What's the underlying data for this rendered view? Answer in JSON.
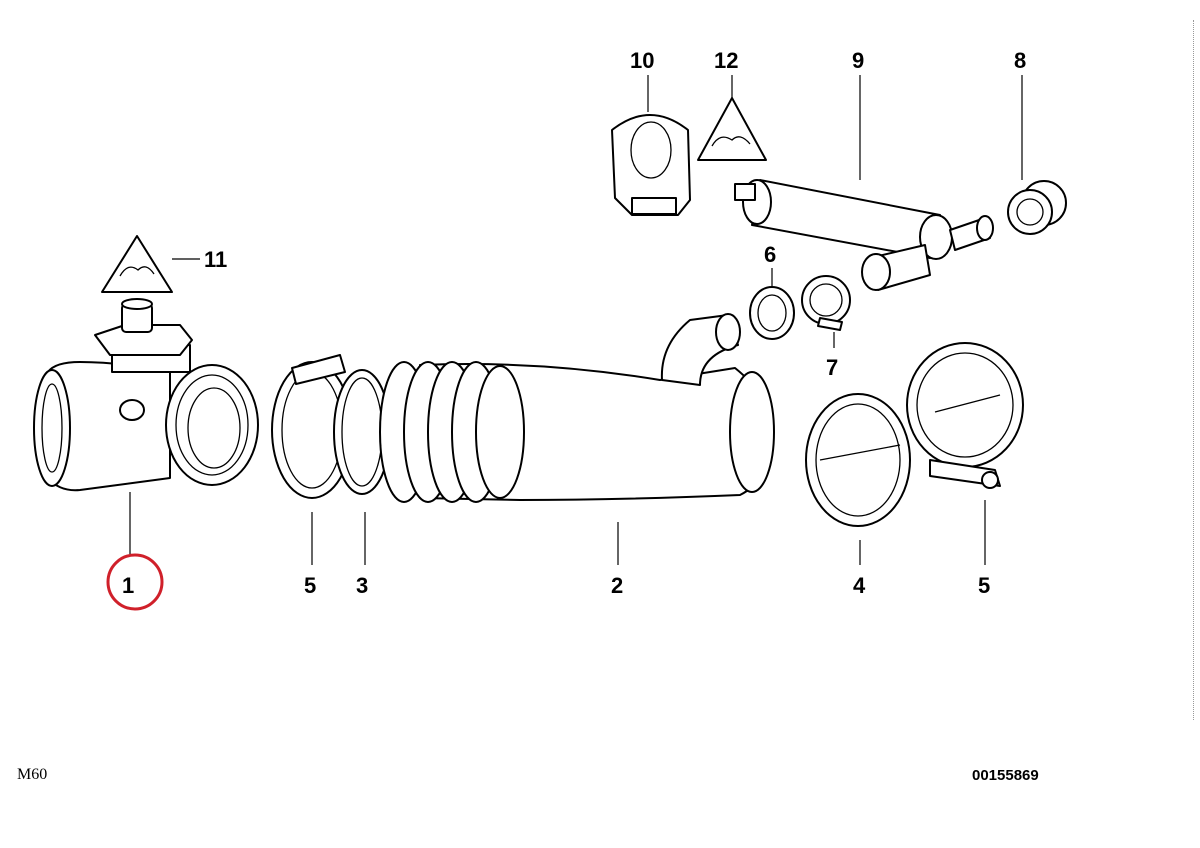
{
  "callouts": {
    "c1": "1",
    "c2": "2",
    "c3": "3",
    "c4": "4",
    "c5a": "5",
    "c5b": "5",
    "c6": "6",
    "c7": "7",
    "c8": "8",
    "c9": "9",
    "c10": "10",
    "c11": "11",
    "c12": "12"
  },
  "footer": {
    "left": "M60",
    "right": "00155869"
  },
  "highlight_color": "#d0202a"
}
